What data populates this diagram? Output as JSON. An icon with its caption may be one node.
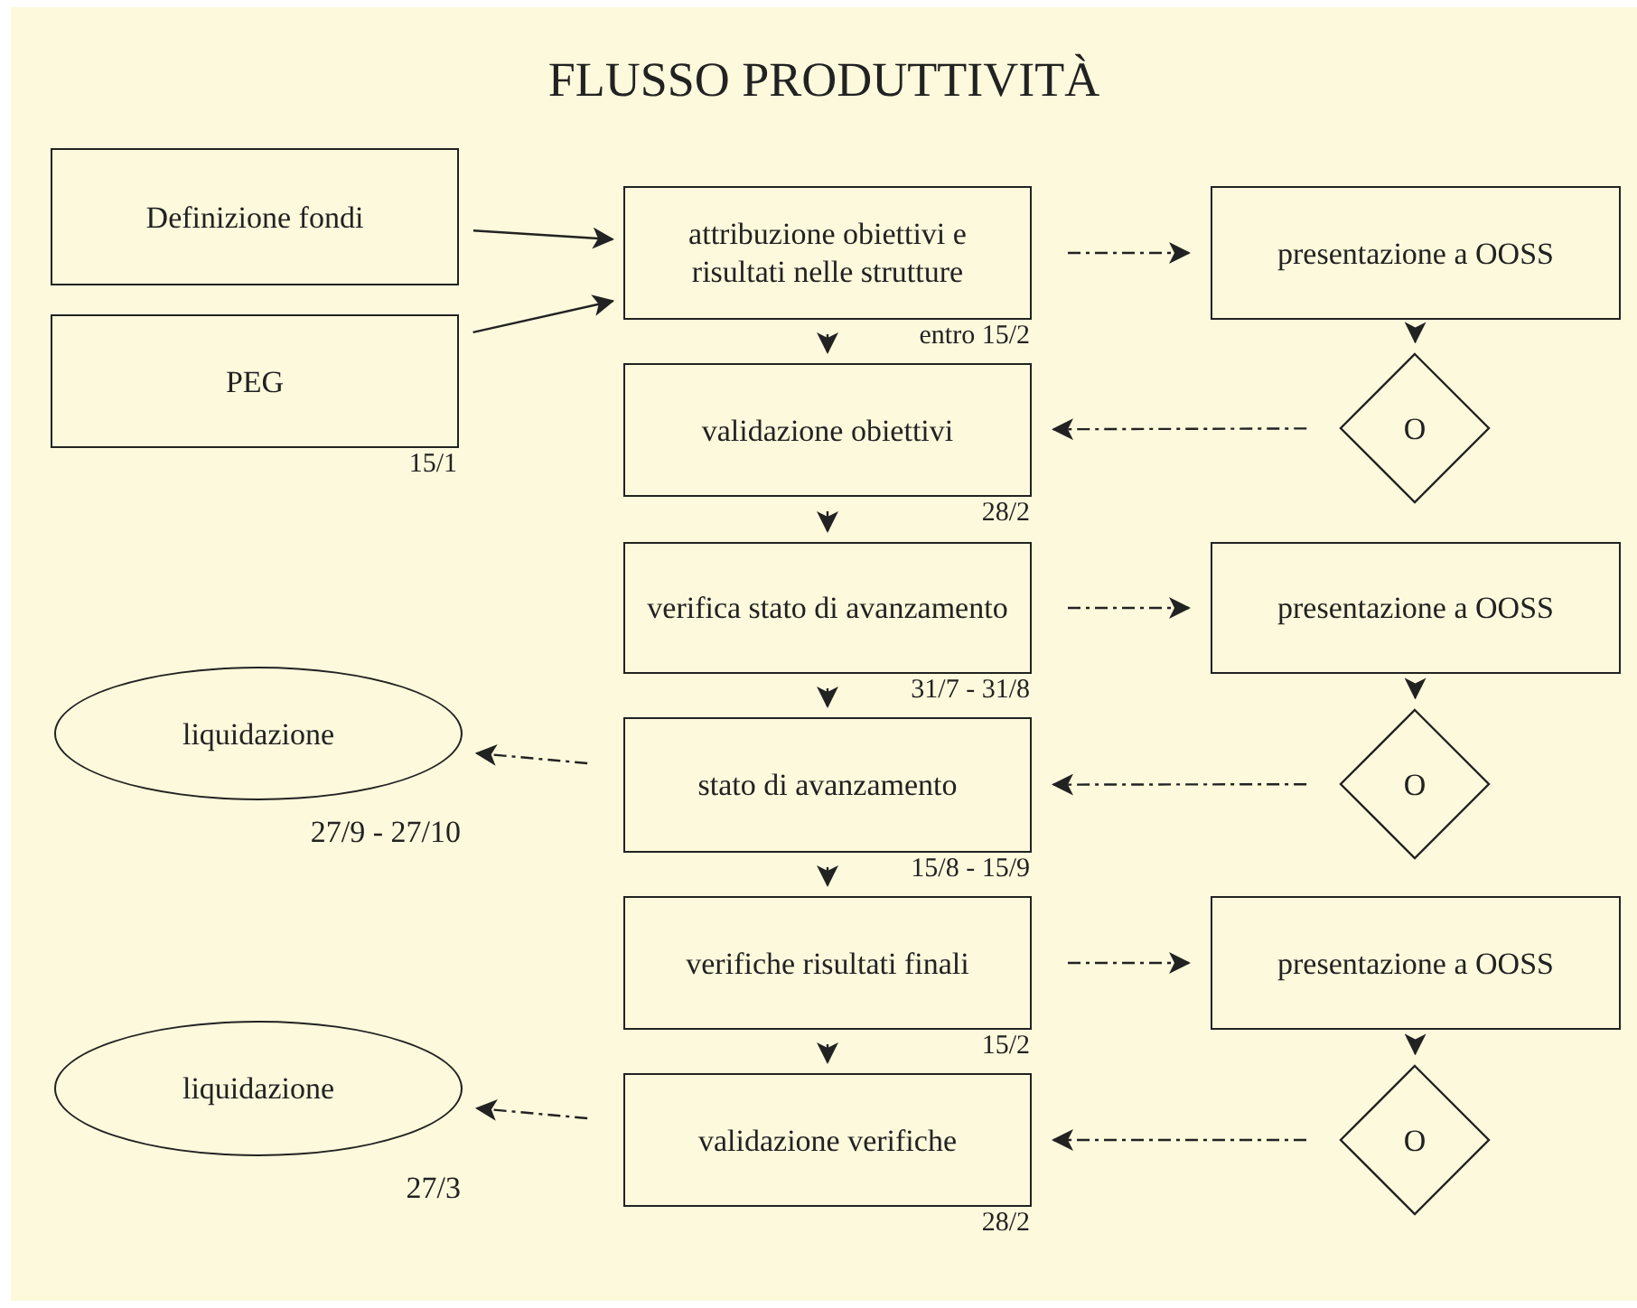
{
  "diagram": {
    "title": "FLUSSO PRODUTTIVITÀ",
    "nodes": [
      {
        "text": [
          "Definizione fondi"
        ]
      },
      {
        "text": [
          "PEG"
        ],
        "beside": [
          "15/1"
        ]
      },
      {
        "text": [
          "attribuzione obiettivi e risultati nelle strutture"
        ],
        "beside": [
          "entro 15/2"
        ]
      },
      {
        "text": [
          "presentazione a OOSS"
        ]
      },
      {
        "text": [
          "O"
        ]
      },
      {
        "text": [
          "validazione obiettivi"
        ],
        "beside": [
          "28/2"
        ]
      },
      {
        "text": [
          "verifica stato di avanzamento"
        ],
        "beside": [
          "31/7 - 31/8"
        ]
      },
      {
        "text": [
          "presentazione a OOSS"
        ]
      },
      {
        "text": [
          "liquidazione"
        ],
        "beside": [
          "27/9 - 27/10"
        ]
      },
      {
        "text": [
          "stato di avanzamento"
        ],
        "beside": [
          "15/8 - 15/9"
        ]
      },
      {
        "text": [
          "O"
        ]
      },
      {
        "text": [
          "verifiche risultati finali"
        ],
        "beside": [
          "15/2"
        ]
      },
      {
        "text": [
          "presentazione a OOSS"
        ]
      },
      {
        "text": [
          "liquidazione"
        ],
        "beside": [
          "27/3"
        ]
      },
      {
        "text": [
          "validazione verifiche"
        ],
        "beside": [
          "28/2"
        ]
      },
      {
        "text": [
          "O"
        ]
      }
    ],
    "edges": [
      {
        "from": 0,
        "to": 2,
        "arrow": "to"
      },
      {
        "from": 1,
        "to": 2,
        "arrow": "to"
      },
      {
        "from": 2,
        "to": 3,
        "arrow": "to",
        "style": "dashed"
      },
      {
        "from": 3,
        "to": 4,
        "arrow": "to"
      },
      {
        "from": 4,
        "to": 5,
        "arrow": "to",
        "style": "dashed"
      },
      {
        "from": 2,
        "to": 5,
        "arrow": "to"
      },
      {
        "from": 5,
        "to": 6,
        "arrow": "to"
      },
      {
        "from": 6,
        "to": 7,
        "arrow": "to",
        "style": "dashed"
      },
      {
        "from": 7,
        "to": 10,
        "arrow": "to"
      },
      {
        "from": 10,
        "to": 9,
        "arrow": "to",
        "style": "dashed"
      },
      {
        "from": 6,
        "to": 9,
        "arrow": "to"
      },
      {
        "from": 9,
        "to": 8,
        "arrow": "to",
        "style": "dashed"
      },
      {
        "from": 9,
        "to": 11,
        "arrow": "to"
      },
      {
        "from": 11,
        "to": 12,
        "arrow": "to",
        "style": "dashed"
      },
      {
        "from": 12,
        "to": 15,
        "arrow": "to"
      },
      {
        "from": 15,
        "to": 14,
        "arrow": "to",
        "style": "dashed"
      },
      {
        "from": 11,
        "to": 14,
        "arrow": "to"
      },
      {
        "from": 14,
        "to": 13,
        "arrow": "to",
        "style": "dashed"
      }
    ]
  }
}
